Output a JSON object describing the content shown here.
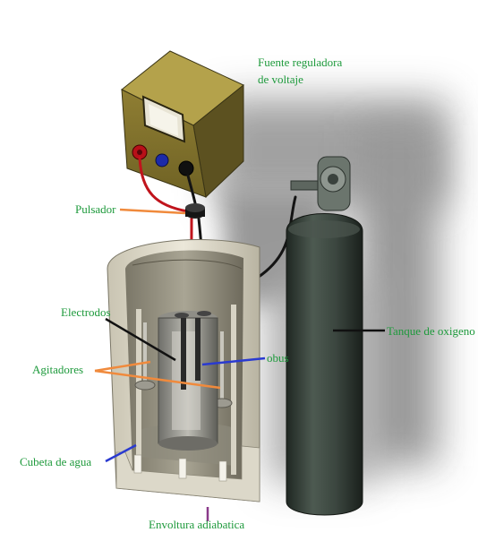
{
  "labels": {
    "fuente_line1": "Fuente reguladora",
    "fuente_line2": "de voltaje",
    "pulsador": "Pulsador",
    "electrodos": "Electrodos",
    "agitadores": "Agitadores",
    "obus": "obus",
    "tanque": "Tanque de oxigeno",
    "cubeta": "Cubeta de agua",
    "envoltura": "Envoltura adiabatica"
  },
  "colors": {
    "label_text": "#1e9a3c",
    "leader_orange": "#f08a3c",
    "leader_blue": "#2a3ad0",
    "leader_black": "#111111",
    "leader_purple": "#8a3a8a",
    "box_body": "#8b7a2e",
    "tank_body": "#3b463f",
    "cable_red": "#c0141c"
  }
}
